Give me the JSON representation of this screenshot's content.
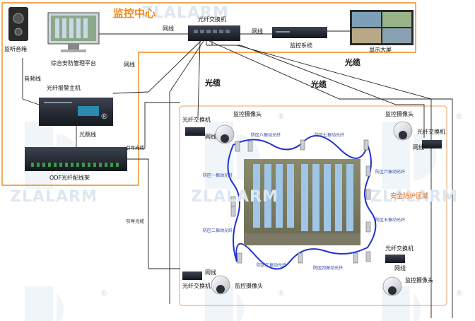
{
  "watermark": {
    "text": "ZLALARM",
    "reg": "®"
  },
  "control_center": {
    "title": "监控中心"
  },
  "devices": {
    "speaker": "监听音箱",
    "platform": "综合安防管理平台",
    "fiber_switch_main": "光纤交换机",
    "nvr": "监控系统",
    "big_screen": "显示大屏",
    "alarm_host": "光纤报警主机",
    "odf": "ODF光纤配线架",
    "switch_tl": "光纤交换机",
    "camera_tl": "监控摄像头",
    "switch_tr": "光纤交换机",
    "camera_tr": "监控摄像头",
    "switch_br": "光纤交换机",
    "camera_br": "监控摄像头",
    "switch_bl": "光纤交换机",
    "camera_bl": "监控摄像头"
  },
  "links": {
    "net": "网线",
    "cable": "光缆",
    "audio": "音频线",
    "patch": "光跳线",
    "lead": "引导光缆"
  },
  "zones": {
    "zone1": "防区一振动光纤",
    "zone2": "防区二振动光纤",
    "zone3": "防区三振动光纤",
    "zone4": "防区四振动光纤",
    "zone5": "防区五振动光纤",
    "zone6": "防区六振动光纤",
    "zone7": "防区七振动光纤",
    "zone8": "防区八振动光纤"
  },
  "secure_area": "安全防护区域",
  "colors": {
    "orange": "#f08a1e",
    "fiber": "#2233cc",
    "line": "#222222"
  }
}
